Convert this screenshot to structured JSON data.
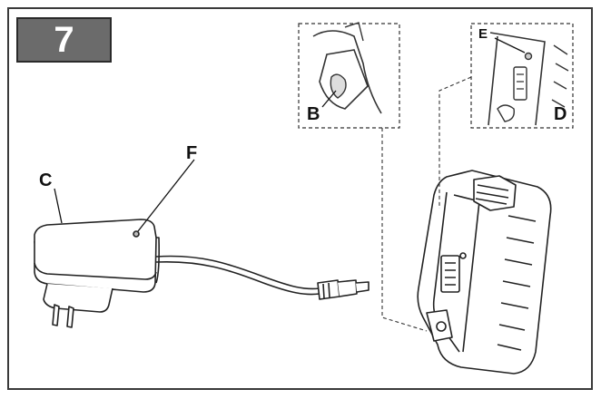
{
  "step": {
    "number": "7"
  },
  "labels": {
    "b": "B",
    "c": "C",
    "d": "D",
    "e": "E",
    "f": "F"
  },
  "colors": {
    "badge_bg": "#6b6b6b",
    "line": "#222222"
  }
}
